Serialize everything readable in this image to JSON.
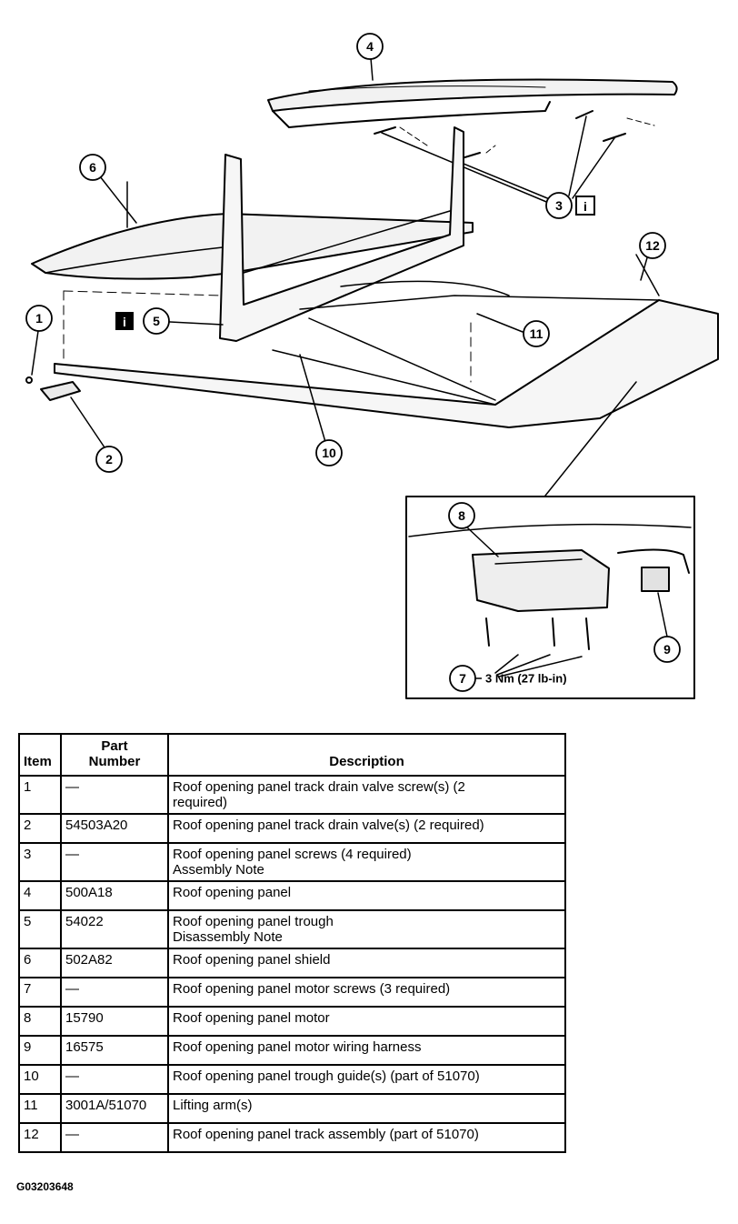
{
  "callouts": {
    "c1": "1",
    "c2": "2",
    "c3": "3",
    "c4": "4",
    "c5": "5",
    "c6": "6",
    "c7": "7",
    "c8": "8",
    "c9": "9",
    "c10": "10",
    "c11": "11",
    "c12": "12"
  },
  "info_icon": {
    "glyph": "i"
  },
  "torque_label": "3 Nm (27 lb-in)",
  "table": {
    "headers": {
      "item": "Item",
      "part_line1": "Part",
      "part_line2": "Number",
      "description": "Description"
    },
    "rows": [
      {
        "item": "1",
        "part": "—",
        "desc": [
          "Roof opening panel track drain valve screw(s) (2",
          "required)"
        ]
      },
      {
        "item": "2",
        "part": "54503A20",
        "desc": [
          "Roof opening panel track drain valve(s) (2 required)"
        ]
      },
      {
        "item": "3",
        "part": "—",
        "desc": [
          "Roof opening panel screws (4 required)",
          "Assembly Note"
        ]
      },
      {
        "item": "4",
        "part": "500A18",
        "desc": [
          "Roof opening panel"
        ]
      },
      {
        "item": "5",
        "part": "54022",
        "desc": [
          "Roof opening panel trough",
          "Disassembly Note"
        ]
      },
      {
        "item": "6",
        "part": "502A82",
        "desc": [
          "Roof opening panel shield"
        ]
      },
      {
        "item": "7",
        "part": "—",
        "desc": [
          "Roof opening panel motor screws (3 required)"
        ]
      },
      {
        "item": "8",
        "part": "15790",
        "desc": [
          "Roof opening panel motor"
        ]
      },
      {
        "item": "9",
        "part": "16575",
        "desc": [
          "Roof opening panel motor wiring harness"
        ]
      },
      {
        "item": "10",
        "part": "—",
        "desc": [
          "Roof opening panel trough guide(s) (part of 51070)"
        ]
      },
      {
        "item": "11",
        "part": "3001A/51070",
        "desc": [
          "Lifting arm(s)"
        ]
      },
      {
        "item": "12",
        "part": "—",
        "desc": [
          "Roof opening panel track assembly (part of 51070)"
        ]
      }
    ]
  },
  "figure_id": "G03203648"
}
